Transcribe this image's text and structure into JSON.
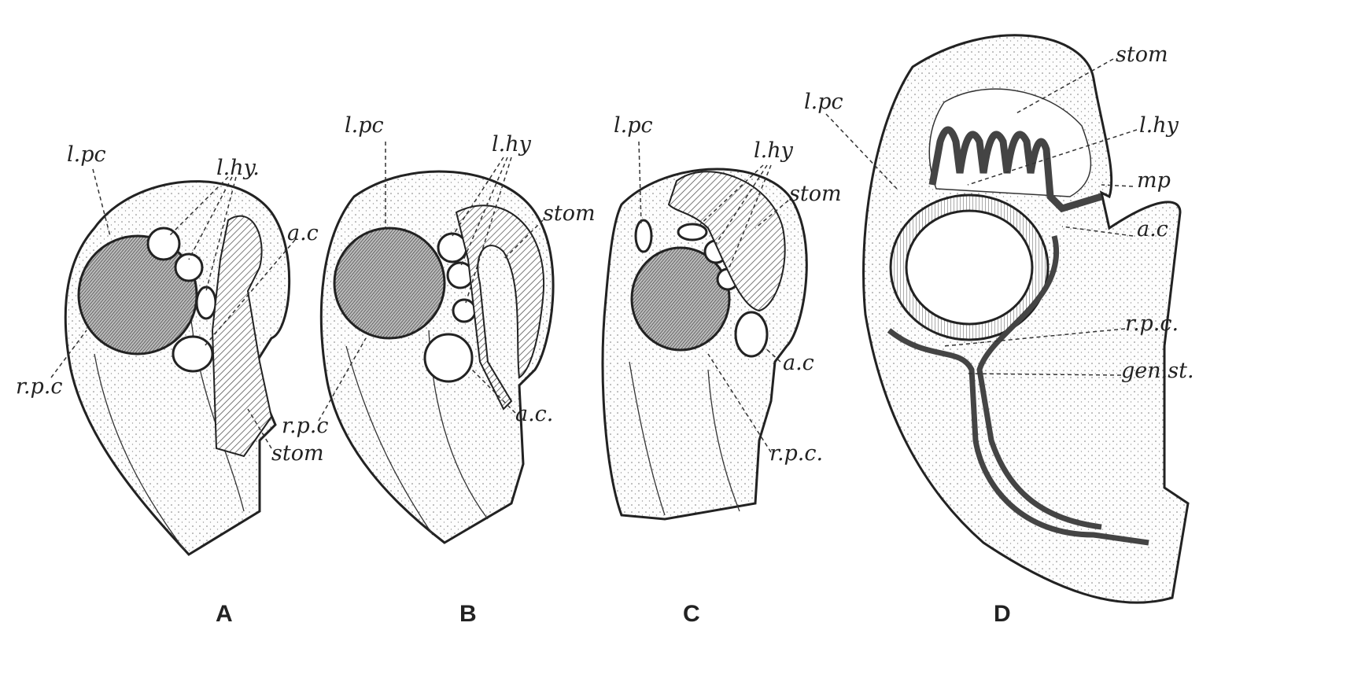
{
  "panels": [
    {
      "letter": "A",
      "labels": {
        "lpc": "l.pc",
        "lhy": "l.hy.",
        "ac": "a.c",
        "rpc": "r.p.c",
        "stom": "stom"
      }
    },
    {
      "letter": "B",
      "labels": {
        "lpc": "l.pc",
        "lhy": "l.hy",
        "stom": "stom",
        "rpc": "r.p.c",
        "ac": "a.c."
      }
    },
    {
      "letter": "C",
      "labels": {
        "lpc": "l.pc",
        "lhy": "l.hy",
        "stom": "stom",
        "ac": "a.c",
        "rpc": "r.p.c."
      }
    },
    {
      "letter": "D",
      "labels": {
        "stom": "stom",
        "lpc": "l.pc",
        "lhy": "l.hy",
        "mp": "mp",
        "ac": "a.c",
        "rpc": "r.p.c.",
        "genst": "gen.st."
      }
    }
  ]
}
